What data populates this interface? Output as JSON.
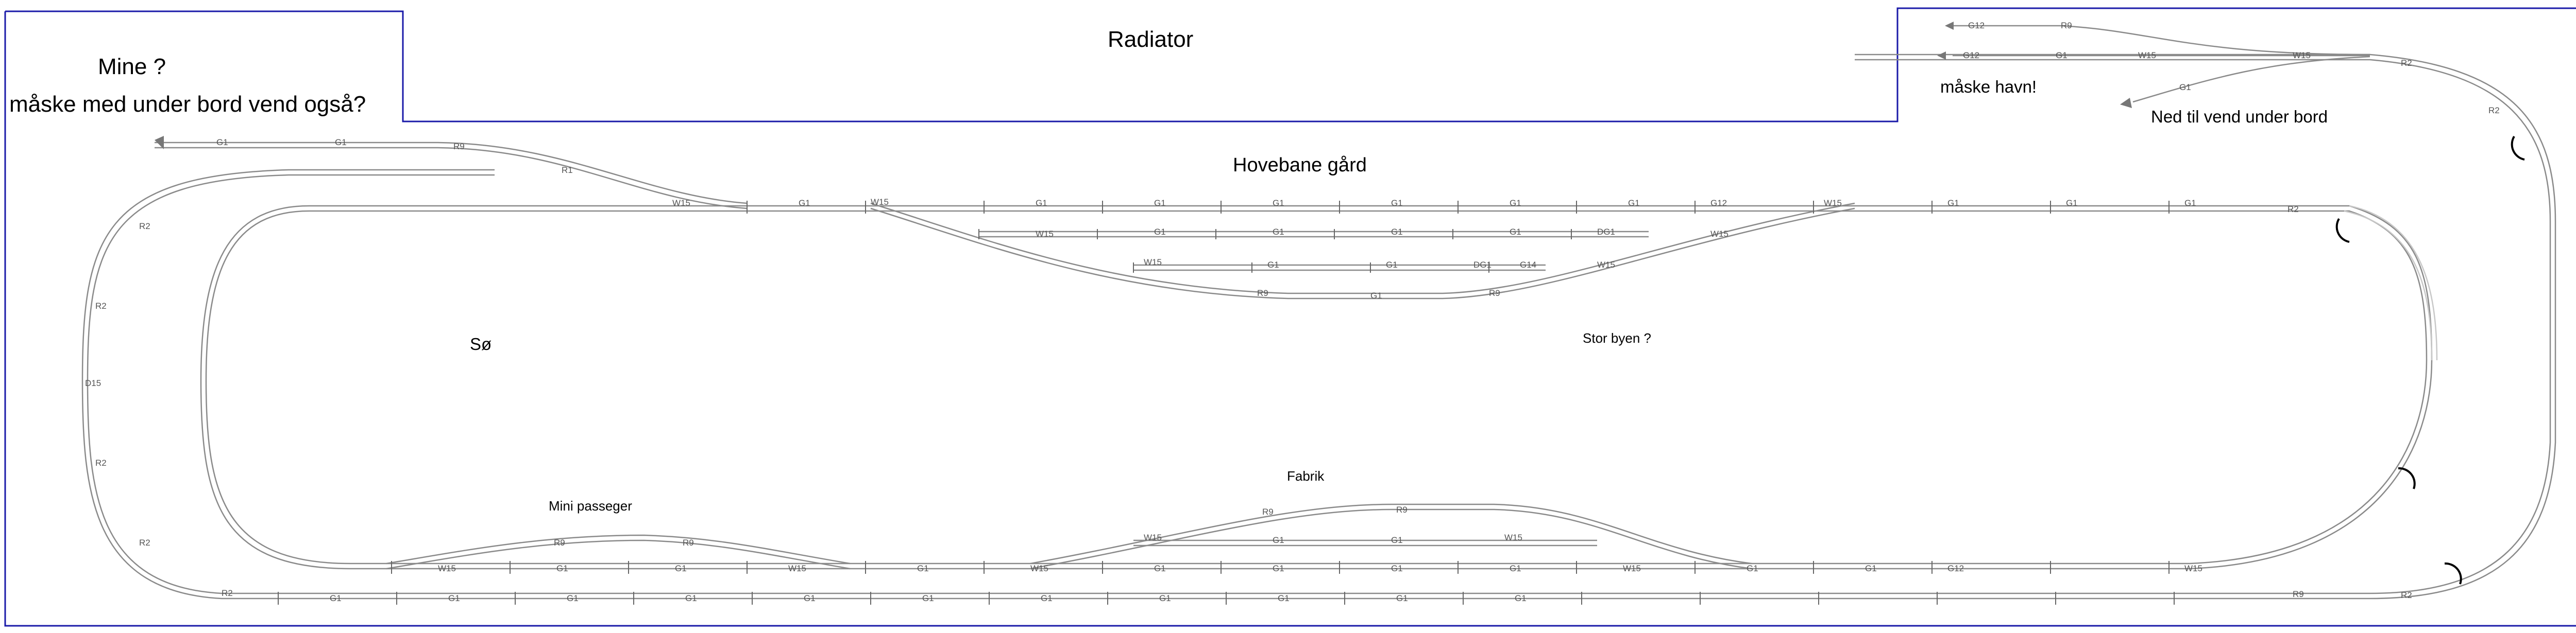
{
  "room_labels": {
    "radiator": "Radiator",
    "mine": "Mine ?",
    "under_bord": "måske med under bord vend også?",
    "havn": "måske havn!",
    "ned_til_vend": "Ned til vend under bord",
    "hovebane": "Hovebane gård",
    "so": "Sø",
    "stor_byen": "Stor byen ?",
    "fabrik": "Fabrik",
    "mini_passeger": "Mini passeger"
  },
  "piece_labels": {
    "g1": "G1",
    "g12": "G12",
    "g14": "G14",
    "dg1": "DG1",
    "r1": "R1",
    "r2": "R2",
    "r9": "R9",
    "w15": "W15",
    "d15": "D15"
  },
  "colors": {
    "border": "#1a1aa8",
    "track": "#8a8a8a",
    "track_faint": "#c8c8c8"
  }
}
